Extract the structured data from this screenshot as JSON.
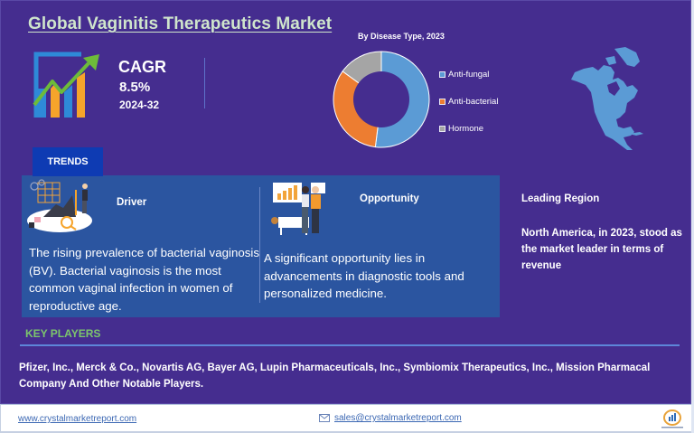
{
  "header": {
    "title": "Global Vaginitis Therapeutics Market"
  },
  "cagr": {
    "icon": "growth-chart-icon",
    "label": "CAGR",
    "value": "8.5%",
    "period": "2024-32"
  },
  "chart_data": {
    "type": "pie",
    "variant": "donut",
    "title": "By Disease Type, 2023",
    "categories": [
      "Anti-fungal",
      "Anti-bacterial",
      "Hormone"
    ],
    "values": [
      52,
      33,
      15
    ],
    "colors": [
      "#5b9bd5",
      "#ed7d31",
      "#a5a5a5"
    ],
    "start_angle": "12 o'clock, clockwise",
    "legend_position": "right",
    "data_labels": false
  },
  "legend": [
    {
      "label": "Anti-fungal",
      "color": "#5b9bd5"
    },
    {
      "label": "Anti-bacterial",
      "color": "#ed7d31"
    },
    {
      "label": "Hormone",
      "color": "#a5a5a5"
    }
  ],
  "map": {
    "icon": "north-america-map-icon",
    "color": "#5b9bd5"
  },
  "trends": {
    "tab_label": "TRENDS",
    "driver": {
      "title": "Driver",
      "image": "data-analysis-illustration",
      "text": "The rising prevalence of bacterial vaginosis (BV). Bacterial vaginosis is the most common vaginal infection in women of reproductive age."
    },
    "opportunity": {
      "title": "Opportunity",
      "image": "business-couple-illustration",
      "text": "A significant opportunity lies in advancements in diagnostic tools and personalized medicine."
    }
  },
  "region": {
    "title": "Leading Region",
    "text": "North America, in 2023, stood as the market leader in terms of revenue"
  },
  "key_players": {
    "title": "KEY PLAYERS",
    "text": "Pfizer, Inc., Merck & Co., Novartis AG, Bayer AG, Lupin Pharmaceuticals,  Inc., Symbiomix Therapeutics, Inc., Mission Pharmacal Company And Other Notable Players."
  },
  "footer": {
    "website": "www.crystalmarketreport.com",
    "email": "sales@crystalmarketreport.com",
    "email_icon": "envelope-icon",
    "logo": "crystal-market-report-logo"
  },
  "colors": {
    "background": "#452d8f",
    "panel": "#2b55a0",
    "tab": "#0e3bb3",
    "title": "#cfe5cc",
    "key_players_title": "#7cc66c",
    "rule": "#5d86d9",
    "link": "#3b67b3"
  }
}
